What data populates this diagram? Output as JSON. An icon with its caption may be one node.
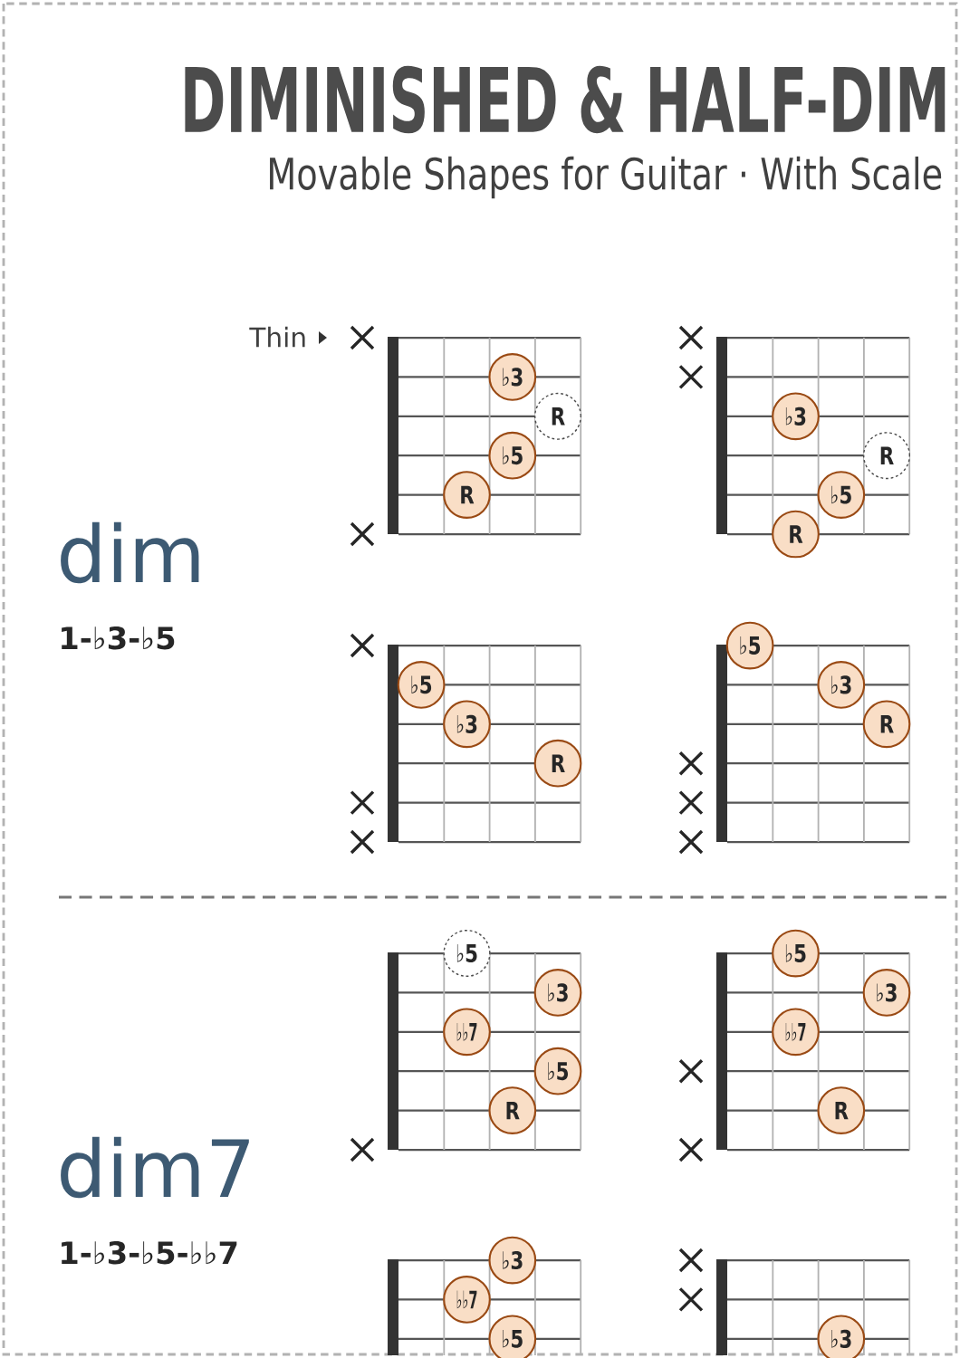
{
  "diagram": {
    "title": "DIMINISHED & HALF-DIM",
    "nodes": [
      {
        "text": [
          "♭3"
        ]
      },
      {
        "text": [
          "R"
        ]
      },
      {
        "text": [
          "♭5"
        ]
      },
      {
        "text": [
          "R"
        ]
      },
      {
        "text": [
          "♭3"
        ]
      },
      {
        "text": [
          "R"
        ]
      },
      {
        "text": [
          "♭5"
        ]
      },
      {
        "text": [
          "R"
        ]
      },
      {
        "text": [
          "♭5"
        ]
      },
      {
        "text": [
          "♭3"
        ]
      },
      {
        "text": [
          "R"
        ]
      },
      {
        "text": [
          "♭5"
        ]
      },
      {
        "text": [
          "♭3"
        ]
      },
      {
        "text": [
          "R"
        ]
      },
      {
        "text": [
          "♭5"
        ]
      },
      {
        "text": [
          "♭3"
        ]
      },
      {
        "text": [
          "♭♭7"
        ]
      },
      {
        "text": [
          "♭5"
        ]
      },
      {
        "text": [
          "R"
        ]
      },
      {
        "text": [
          "♭5"
        ]
      },
      {
        "text": [
          "♭3"
        ]
      },
      {
        "text": [
          "♭♭7"
        ]
      },
      {
        "text": [
          "R"
        ]
      },
      {
        "text": [
          "♭3"
        ]
      },
      {
        "text": [
          "♭♭7"
        ]
      },
      {
        "text": [
          "♭5"
        ]
      },
      {
        "text": [
          "♭3"
        ]
      }
    ],
    "labels": [
      "Movable Shapes for Guitar · With Scale",
      "Thin",
      "dim",
      "1-♭3-♭5",
      "dim7",
      "1-♭3-♭5-♭♭7"
    ]
  }
}
